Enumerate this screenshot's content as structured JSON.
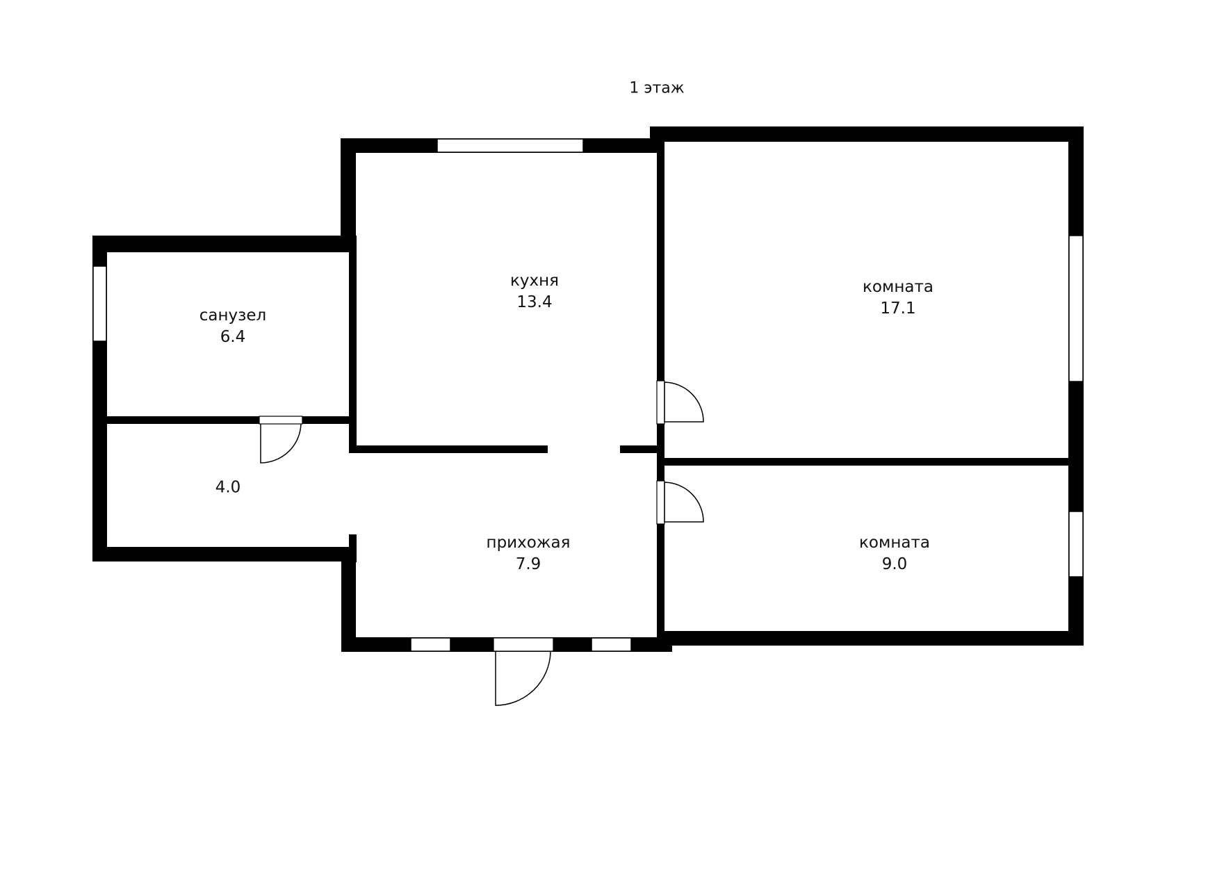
{
  "plan": {
    "floor_title": "1 этаж",
    "rooms": [
      {
        "name": "санузел",
        "area": "6.4"
      },
      {
        "name": "кухня",
        "area": "13.4"
      },
      {
        "name": "комната",
        "area": "17.1"
      },
      {
        "name": "",
        "area": "4.0"
      },
      {
        "name": "прихожая",
        "area": "7.9"
      },
      {
        "name": "комната",
        "area": "9.0"
      }
    ],
    "colors": {
      "wall": "#000000",
      "background": "#ffffff",
      "text": "#111111"
    }
  }
}
